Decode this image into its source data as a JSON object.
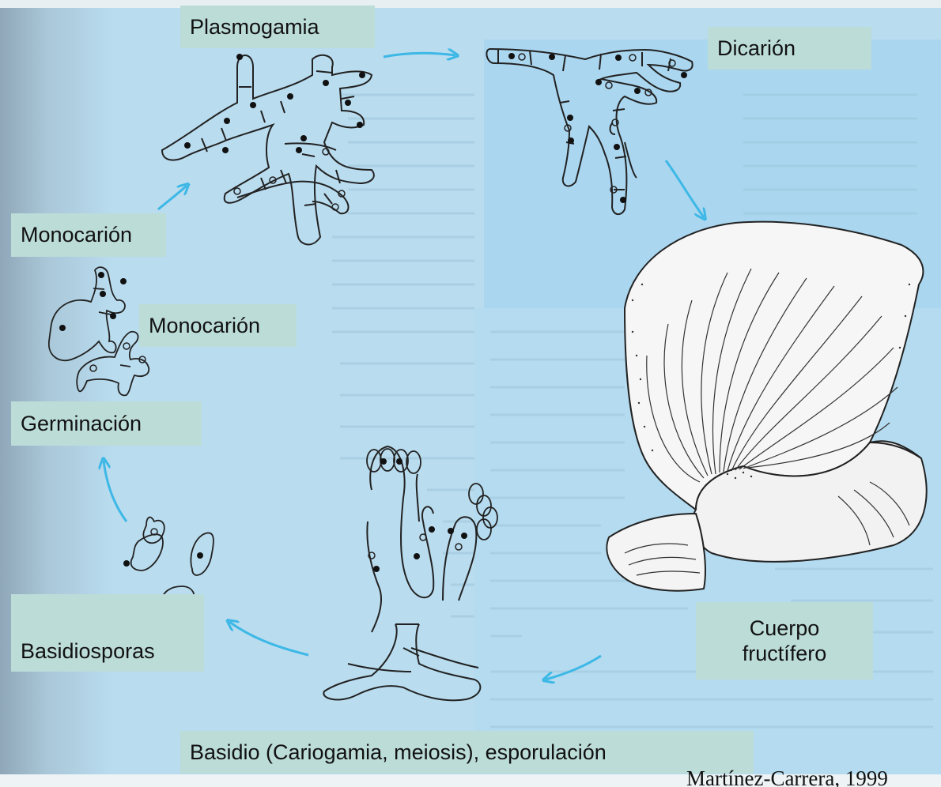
{
  "labels": {
    "plasmogamia": "Plasmogamia",
    "dicarion": "Dicarión",
    "monocarion_top": "Monocarión",
    "monocarion_mid": "Monocarión",
    "germinacion": "Germinación",
    "basidiosporas": "Basidiosporas",
    "cuerpo_line1": "Cuerpo",
    "cuerpo_line2": "fructífero",
    "basidio": "Basidio (Cariogamia, meiosis), esporulación"
  },
  "credit": "Martínez-Carrera, 1999",
  "colors": {
    "arrow": "#3db8e6",
    "label_bg": "#bcdcd8",
    "background": "#b9dcef",
    "page_shadow": "#9fb9c9",
    "right_panel": "#a9d5ee"
  },
  "stages": [
    "Plasmogamia",
    "Dicarión",
    "Cuerpo fructífero",
    "Basidio (Cariogamia, meiosis), esporulación",
    "Basidiosporas",
    "Germinación",
    "Monocarión"
  ]
}
